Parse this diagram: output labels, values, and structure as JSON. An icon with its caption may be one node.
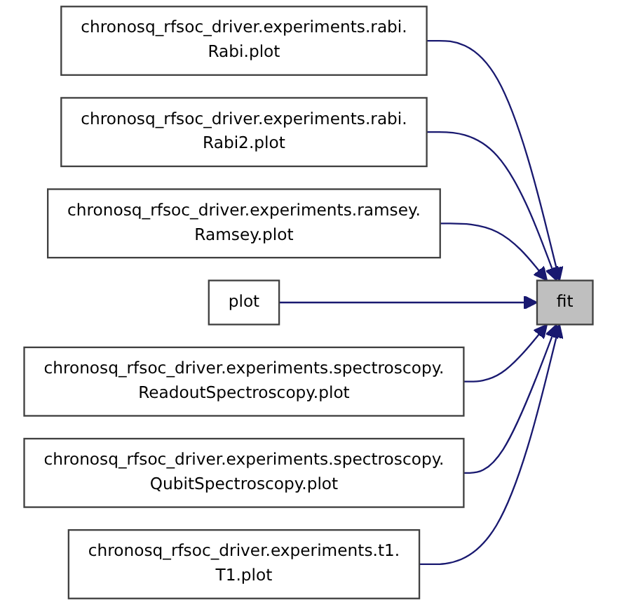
{
  "diagram": {
    "nodes": [
      {
        "text": [
          "chronosq_rfsoc_driver.experiments.rabi. Rabi.plot"
        ]
      },
      {
        "text": [
          "chronosq_rfsoc_driver.experiments.rabi. Rabi2.plot"
        ]
      },
      {
        "text": [
          "chronosq_rfsoc_driver.experiments.ramsey. Ramsey.plot"
        ]
      },
      {
        "text": [
          "plot"
        ]
      },
      {
        "text": [
          "chronosq_rfsoc_driver.experiments.spectroscopy. ReadoutSpectroscopy.plot"
        ]
      },
      {
        "text": [
          "chronosq_rfsoc_driver.experiments.spectroscopy. QubitSpectroscopy.plot"
        ]
      },
      {
        "text": [
          "chronosq_rfsoc_driver.experiments.t1. T1.plot"
        ]
      },
      {
        "text": [
          "fit"
        ]
      }
    ],
    "edges": [
      {
        "from": 0,
        "to": 7,
        "arrow": "to"
      },
      {
        "from": 1,
        "to": 7,
        "arrow": "to"
      },
      {
        "from": 2,
        "to": 7,
        "arrow": "to"
      },
      {
        "from": 3,
        "to": 7,
        "arrow": "to"
      },
      {
        "from": 4,
        "to": 7,
        "arrow": "to"
      },
      {
        "from": 5,
        "to": 7,
        "arrow": "to"
      },
      {
        "from": 6,
        "to": 7,
        "arrow": "to"
      }
    ]
  }
}
